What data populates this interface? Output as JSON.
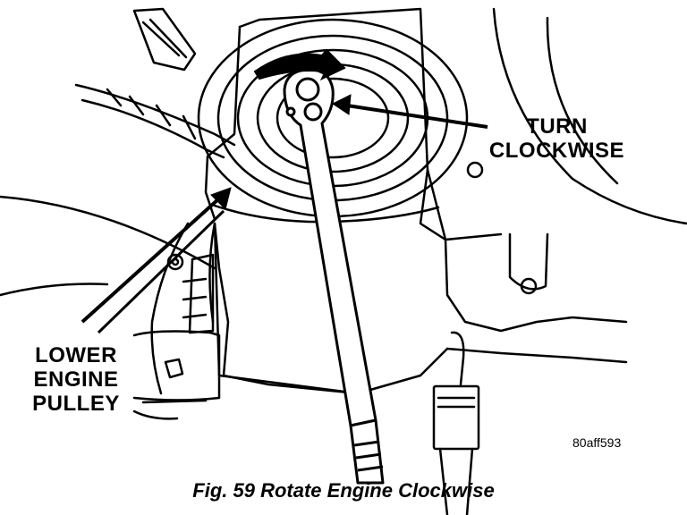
{
  "callouts": {
    "turn": [
      "TURN",
      "CLOCKWISE"
    ],
    "pulley": [
      "LOWER",
      "ENGINE",
      "PULLEY"
    ]
  },
  "figure_code": "80aff593",
  "caption": "Fig. 59 Rotate Engine Clockwise",
  "colors": {
    "ink": "#000000",
    "paper": "#ffffff"
  }
}
